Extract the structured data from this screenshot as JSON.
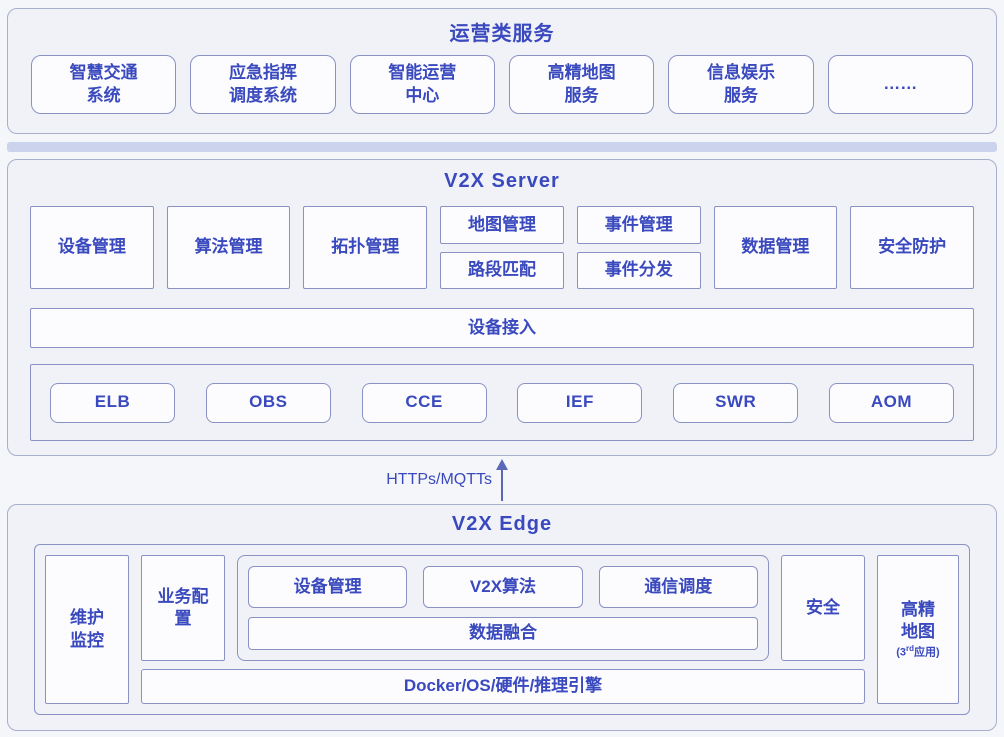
{
  "colors": {
    "text_blue": "#3a4abe",
    "box_border": "#8a92c4",
    "panel_border": "#a8aecd",
    "panel_bg": "#f1f2f8",
    "divider": "#ccd3ed",
    "arrow": "#5b68b8"
  },
  "ops": {
    "title": "运营类服务",
    "boxes": [
      "智慧交通\n系统",
      "应急指挥\n调度系统",
      "智能运营\n中心",
      "高精地图\n服务",
      "信息娱乐\n服务",
      "……"
    ]
  },
  "server": {
    "title": "V2X Server",
    "modules_left": [
      "设备管理",
      "算法管理",
      "拓扑管理"
    ],
    "stack_map": [
      "地图管理",
      "路段匹配"
    ],
    "stack_event": [
      "事件管理",
      "事件分发"
    ],
    "modules_right": [
      "数据管理",
      "安全防护"
    ],
    "access_bar": "设备接入",
    "cloud_services": [
      "ELB",
      "OBS",
      "CCE",
      "IEF",
      "SWR",
      "AOM"
    ]
  },
  "link": {
    "label": "HTTPs/MQTTs"
  },
  "edge": {
    "title": "V2X Edge",
    "maintain": "维护\n监控",
    "config": "业务配\n置",
    "core": {
      "boxes": [
        "设备管理",
        "V2X算法",
        "通信调度"
      ],
      "fusion": "数据融合"
    },
    "security": "安全",
    "hdmap": {
      "line1": "高精\n地图",
      "pre": "(3",
      "sup": "rd",
      "post": "应用)"
    },
    "platform": "Docker/OS/硬件/推理引擎"
  }
}
